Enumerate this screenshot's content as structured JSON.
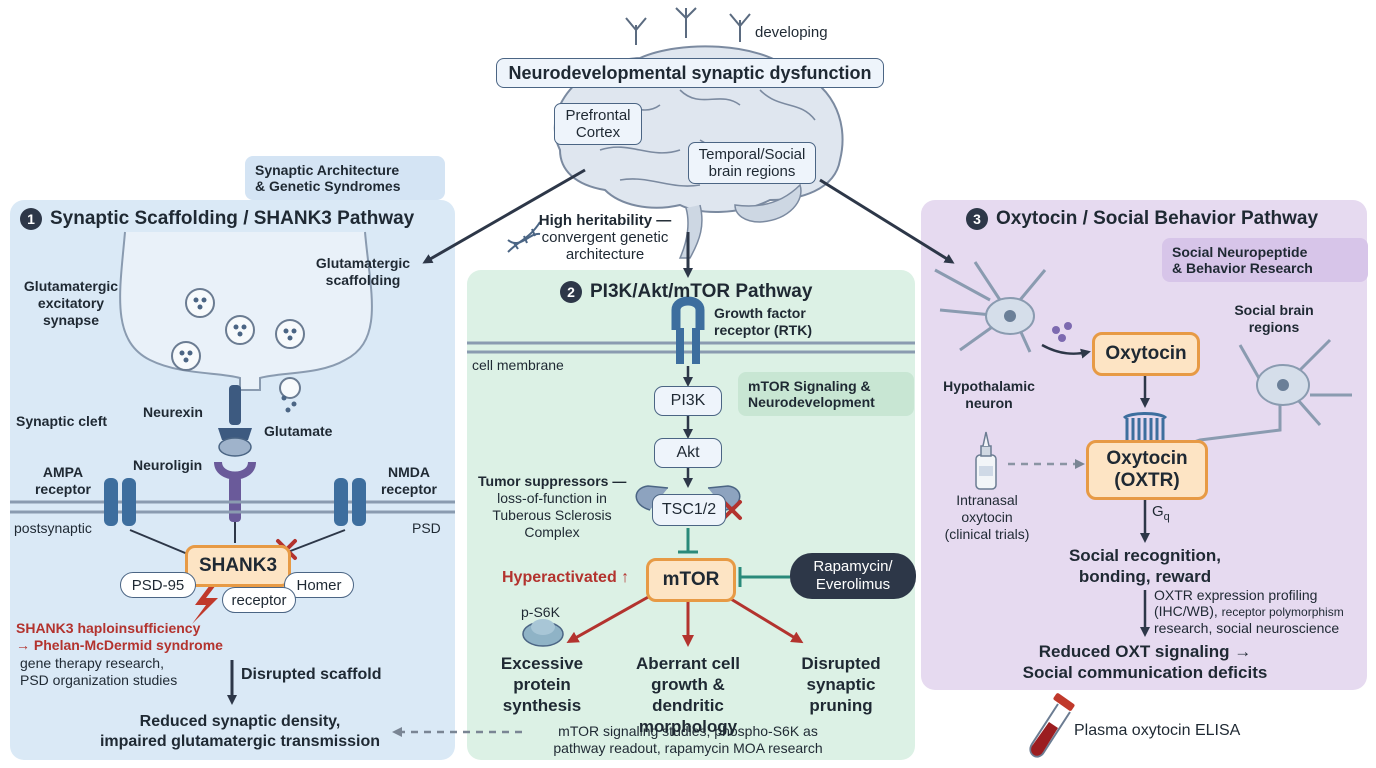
{
  "top": {
    "title": "Neurodevelopmental synaptic dysfunction",
    "developing": "developing",
    "prefrontal": "Prefrontal\nCortex",
    "temporal": "Temporal/Social\nbrain regions",
    "heritability": "High heritability —\nconvergent genetic\narchitecture",
    "synaptic_tag": "Synaptic Architecture\n& Genetic Syndromes"
  },
  "panel1": {
    "number": "1",
    "title": "Synaptic Scaffolding / SHANK3 Pathway",
    "glut_scaffold": "Glutamatergic\nscaffolding",
    "glut_synapse": "Glutamatergic\nexcitatory\nsynapse",
    "cleft": "Synaptic cleft",
    "neurexin": "Neurexin",
    "glutamate": "Glutamate",
    "neuroligin": "Neuroligin",
    "ampa": "AMPA\nreceptor",
    "nmda": "NMDA\nreceptor",
    "postsynaptic": "postsynaptic",
    "psd": "PSD",
    "shank3": "SHANK3",
    "psd95": "PSD-95",
    "homer": "Homer",
    "receptor": "receptor",
    "haplo": "SHANK3 haploinsufficiency\n→ Phelan-McDermid syndrome",
    "gene_therapy": "gene therapy research,\nPSD organization studies",
    "disrupted": "Disrupted scaffold",
    "reduced": "Reduced synaptic density,\nimpaired glutamatergic transmission"
  },
  "panel2": {
    "number": "2",
    "title": "PI3K/Akt/mTOR Pathway",
    "rtk": "Growth factor\nreceptor (RTK)",
    "membrane": "cell membrane",
    "pi3k": "PI3K",
    "akt": "Akt",
    "tag": "mTOR Signaling &\nNeurodevelopment",
    "tumor_title": "Tumor suppressors —",
    "tumor_body": "loss-of-function in\nTuberous Sclerosis\nComplex",
    "tsc": "TSC1/2",
    "hyper": "Hyperactivated ↑",
    "mtor": "mTOR",
    "rapamycin": "Rapamycin/\nEverolimus",
    "ps6k": "p-S6K",
    "out1": "Excessive\nprotein\nsynthesis",
    "out2": "Aberrant cell\ngrowth & dendritic\nmorphology",
    "out3": "Disrupted\nsynaptic\npruning",
    "studies": "mTOR signaling studies, phospho-S6K as\npathway readout, rapamycin MOA research"
  },
  "panel3": {
    "number": "3",
    "title": "Oxytocin / Social Behavior Pathway",
    "tag": "Social Neuropeptide\n& Behavior Research",
    "social_regions": "Social brain\nregions",
    "hypo": "Hypothalamic\nneuron",
    "oxytocin": "Oxytocin",
    "oxtr": "Oxytocin\n(OXTR)",
    "intranasal": "Intranasal\noxytocin\n(clinical trials)",
    "gq": "G",
    "gq_sub": "q",
    "social_rec": "Social recognition,\nbonding, reward",
    "oxtr_profile_a": "OXTR expression profiling\n(IHC/WB), ",
    "oxtr_profile_b": "receptor polymorphism",
    "oxtr_profile_c": "\nresearch, social neuroscience",
    "reduced": "Reduced OXT signaling →\nSocial communication deficits",
    "elisa": "Plasma oxytocin ELISA"
  },
  "colors": {
    "panel1": "#dae9f6",
    "panel2": "#dcf1e5",
    "panel3": "#e6daf0",
    "accent_orange": "#e79a45",
    "dark_navy": "#2d3748",
    "red": "#b3332e"
  }
}
